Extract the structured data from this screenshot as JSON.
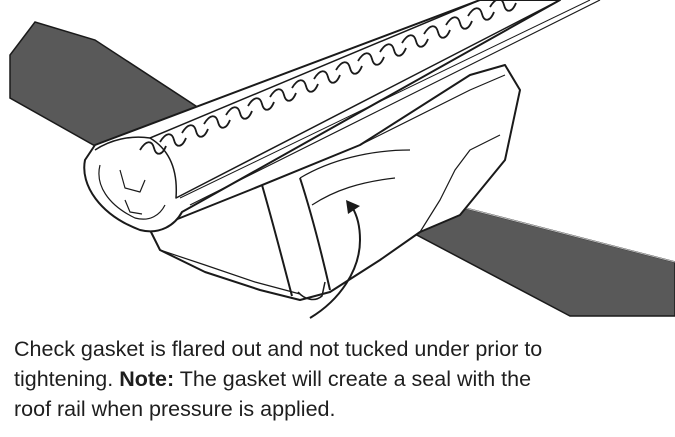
{
  "caption": {
    "line1": "Check gasket is flared out and not tucked under prior to",
    "line2_prefix": "tightening. ",
    "note_label": "Note:",
    "line2_suffix": " The gasket will create a seal with the",
    "line3": "roof rail when pressure is applied."
  },
  "colors": {
    "rail_fill": "#595959",
    "line": "#1a1a1a",
    "background": "#ffffff"
  }
}
